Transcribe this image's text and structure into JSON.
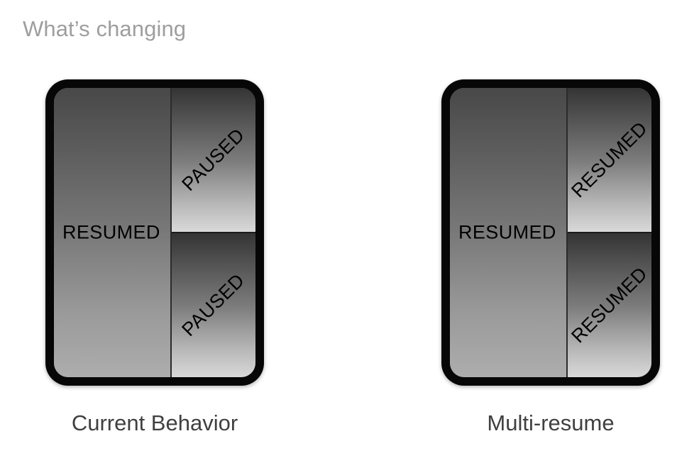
{
  "slide": {
    "title": "What’s changing",
    "background_color": "#ffffff",
    "title_color": "#9e9e9e",
    "caption_color": "#3f4042",
    "bezel_color": "#070707",
    "label_color": "#000000"
  },
  "figures": [
    {
      "id": "current-behavior",
      "caption": "Current Behavior",
      "device": {
        "primary_pane": {
          "label": "RESUMED",
          "orientation": "horizontal"
        },
        "secondary_panes": [
          {
            "label": "PAUSED",
            "orientation": "rotated-45"
          },
          {
            "label": "PAUSED",
            "orientation": "rotated-45"
          }
        ]
      }
    },
    {
      "id": "multi-resume",
      "caption": "Multi-resume",
      "device": {
        "primary_pane": {
          "label": "RESUMED",
          "orientation": "horizontal"
        },
        "secondary_panes": [
          {
            "label": "RESUMED",
            "orientation": "rotated-45"
          },
          {
            "label": "RESUMED",
            "orientation": "rotated-45"
          }
        ]
      }
    }
  ]
}
